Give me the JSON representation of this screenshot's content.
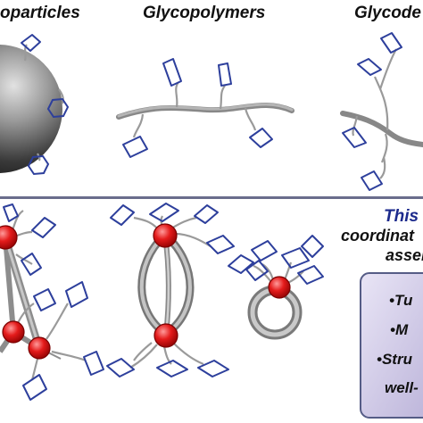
{
  "header": {
    "labels": [
      "oparticles",
      "Glycopolymers",
      "Glycode"
    ]
  },
  "callout": {
    "title": "This",
    "line2": "coordinat",
    "line3": "assen"
  },
  "features": {
    "items": [
      "•Tu",
      "•M",
      "•Stru",
      "well-"
    ]
  },
  "colors": {
    "sugar": "#2d3f9c",
    "metal": "#e01414",
    "divider": "#6a6d8c",
    "title_text": "#1c2a8c",
    "box_fill": "#d5d0ea"
  }
}
